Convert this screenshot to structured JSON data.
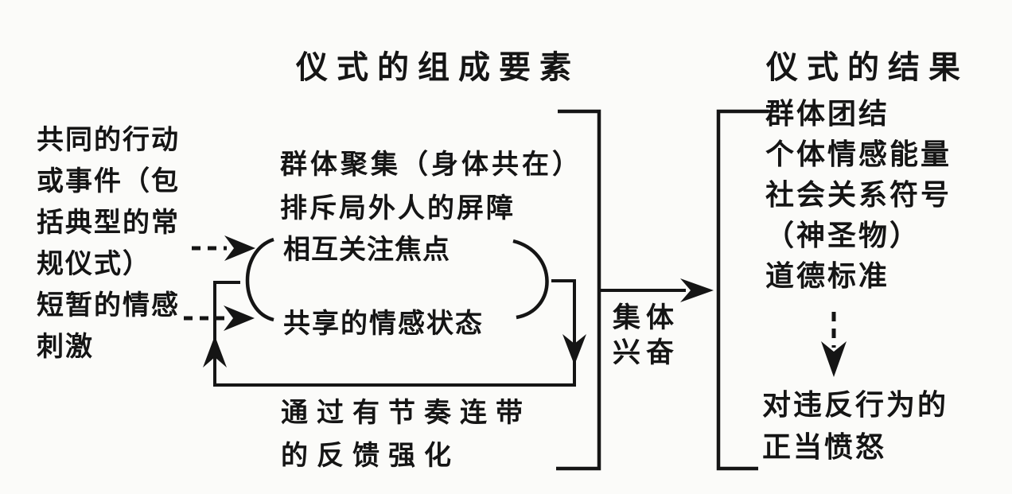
{
  "titles": {
    "components": "仪式的组成要素",
    "results": "仪式的结果"
  },
  "antecedents": {
    "lines": [
      "共同的行动",
      "或事件（包",
      "括典型的常",
      "规仪式）",
      "短暂的情感",
      "刺激"
    ]
  },
  "ingredients": {
    "assembly": "群体聚集（身体共在）",
    "barrier": "排斥局外人的屏障",
    "focus": "相互关注焦点",
    "mood": "共享的情感状态",
    "feedback": {
      "lines": [
        "通过有节奏连带",
        "的反馈强化"
      ]
    }
  },
  "collective_effervescence": {
    "lines": [
      "集体",
      "兴奋"
    ]
  },
  "outcomes": {
    "lines": [
      "群体团结",
      "个体情感能量",
      "社会关系符号",
      "（神圣物）",
      "道德标准"
    ]
  },
  "violation_outcome": {
    "lines": [
      "对违反行为的",
      "正当愤怒"
    ]
  },
  "colors": {
    "ink": "#151515",
    "background": "#fbfbf9"
  }
}
